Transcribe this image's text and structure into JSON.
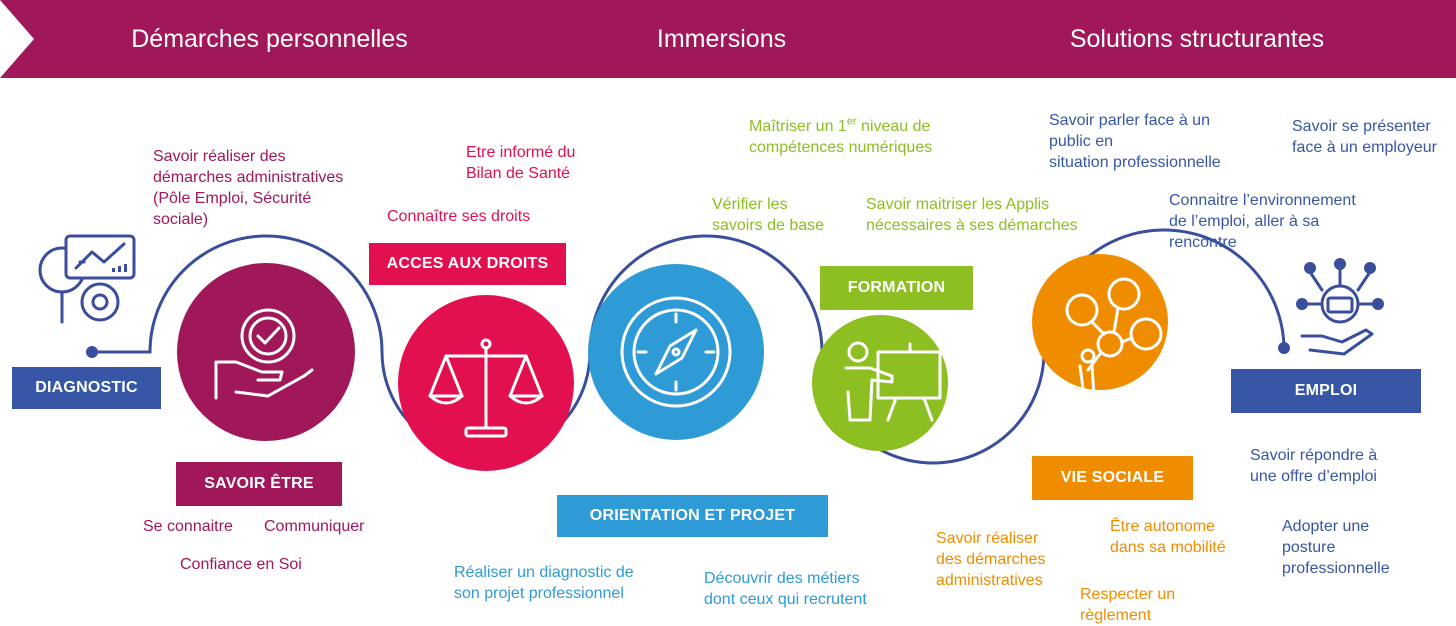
{
  "phases": [
    "Démarches personnelles",
    "Immersions",
    "Solutions structurantes"
  ],
  "stages": {
    "diagnostic": "DIAGNOSTIC",
    "savoir_etre": "SAVOIR ÊTRE",
    "acces_droits": "ACCES AUX DROITS",
    "orientation": "ORIENTATION ET PROJET",
    "formation": "FORMATION",
    "vie_sociale": "VIE SOCIALE",
    "emploi": "EMPLOI"
  },
  "texts": {
    "savoir_realiser_admin": "Savoir réaliser des\ndémarches administratives\n(Pôle Emploi, Sécurité\nsociale)",
    "se_connaitre": "Se connaitre",
    "communiquer": "Communiquer",
    "confiance": "Confiance en Soi",
    "bilan_sante": "Etre informé du\nBilan de Santé",
    "connaitre_droits": "Connaître ses droits",
    "diagnostic_projet": "Réaliser un diagnostic de\nson projet professionnel",
    "decouvrir_metiers": "Découvrir des métiers\ndont ceux qui recrutent",
    "numerique_part1": "Maîtriser un 1",
    "numerique_sup": "er",
    "numerique_part2": " niveau de",
    "numerique_line2": "compétences numériques",
    "savoirs_base": "Vérifier les\nsavoirs de base",
    "applis": "Savoir maitriser les Applis\nnécessaires à ses démarches",
    "parler_public": "Savoir parler face à un\npublic en\nsituation professionnelle",
    "presenter": "Savoir se présenter\nface à un employeur",
    "environnement": "Connaitre l’environnement\nde l’emploi, aller à sa\nrencontre",
    "demarches_admin": "Savoir réaliser\ndes démarches\nadministratives",
    "autonome": "Être autonome\ndans sa mobilité",
    "reglement": "Respecter un\nrèglement",
    "offre_emploi": "Savoir répondre à\nune offre d’emploi",
    "posture": "Adopter une\nposture\nprofessionnelle"
  },
  "colors": {
    "purple": "#A0185A",
    "magenta": "#E2104F",
    "blue": "#2E9AD6",
    "green": "#8DBE22",
    "orange": "#F08C00",
    "navy": "#3756A6",
    "line": "#3A4E9C"
  },
  "icons": [
    "diagnostic-analytics-icon",
    "hand-badge-icon",
    "scales-icon",
    "compass-icon",
    "teacher-board-icon",
    "social-network-icon",
    "job-network-hand-icon"
  ]
}
